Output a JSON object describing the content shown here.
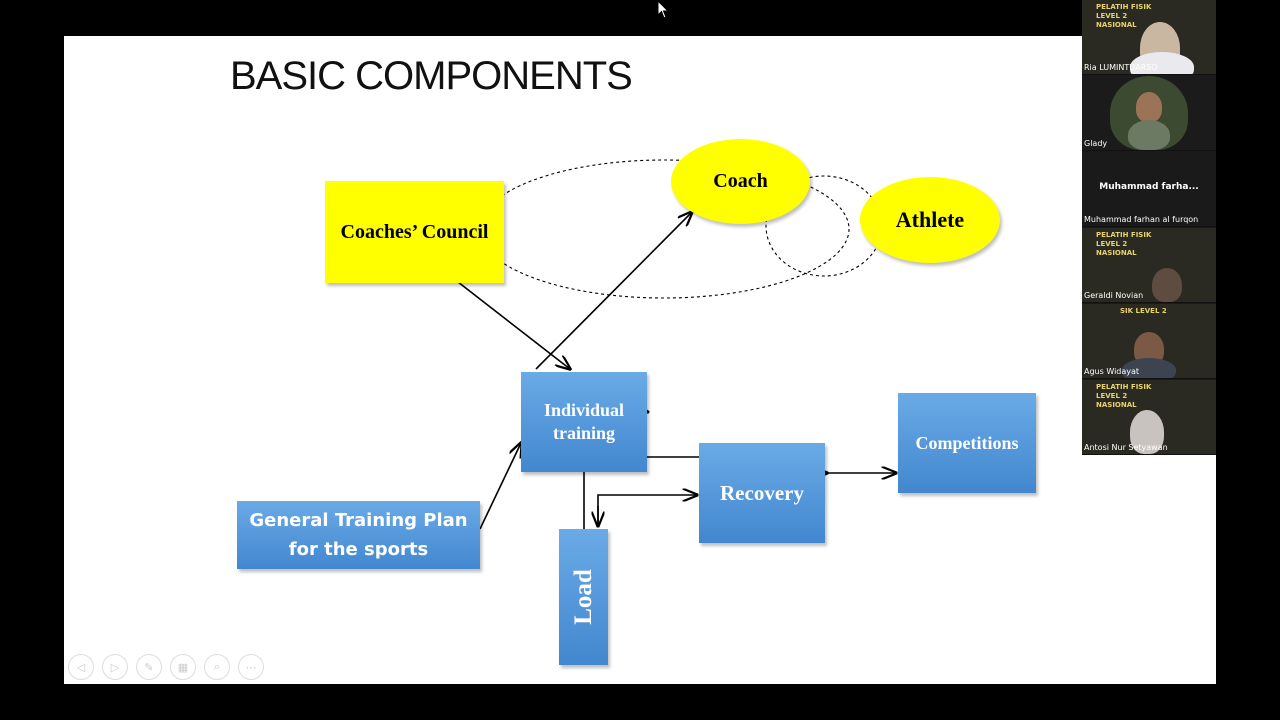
{
  "slide": {
    "title": "BASIC COMPONENTS",
    "nodes": {
      "coaches_council": "Coaches’ Council",
      "coach": "Coach",
      "athlete": "Athlete",
      "individual_training": "Individual training",
      "recovery": "Recovery",
      "competitions": "Competitions",
      "general_training_plan": "General Training Plan for the sports",
      "load": "Load"
    },
    "colors": {
      "yellow": "#ffff00",
      "blue": "#4f94d8"
    }
  },
  "participants": [
    {
      "name": "Ria LUMINTUARSO",
      "banner": "PELATIH FISIK LEVEL 2 NASIONAL"
    },
    {
      "name": "Glady"
    },
    {
      "name": "Muhammad farhan al furqon",
      "display": "Muhammad farha..."
    },
    {
      "name": "Geraldi Novian",
      "banner": "PELATIH FISIK LEVEL 2 NASIONAL"
    },
    {
      "name": "Agus Widayat",
      "banner": "SIK LEVEL 2"
    },
    {
      "name": "Antosi Nur Setyawan",
      "banner": "PELATIH FISIK LEVEL 2 NASIONAL"
    }
  ]
}
